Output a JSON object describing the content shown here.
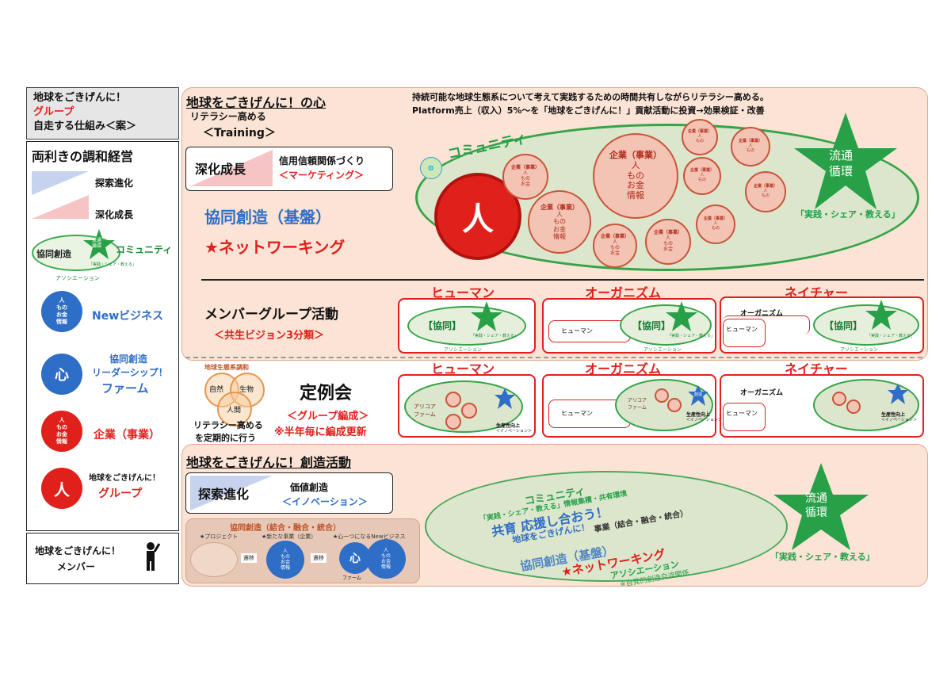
{
  "left": {
    "title1": "地球をごきげんに！",
    "title2": "グループ",
    "title3": "自走する仕組み＜案＞",
    "ambi": "両利きの調和経営",
    "explore": "探索進化",
    "deepen": "深化成長",
    "kyodo": "協同創造",
    "star_text": "流通\n循環",
    "community": "コミュニティ",
    "jissen": "「実践・シェア・教える」",
    "assoc": "アソシエーション",
    "newbiz": "Newビジネス",
    "circle_lines": [
      "人",
      "もの",
      "お金",
      "情報"
    ],
    "kokoro": "心",
    "leader1": "協同創造",
    "leader2": "リーダーシップ！",
    "leader3": "ファーム",
    "corp": "企業（事業）",
    "hito": "人",
    "grp_small": "地球をごきげんに！",
    "grp": "グループ",
    "member1": "地球をごきげんに！",
    "member2": "メンバー"
  },
  "top": {
    "heading": "地球をごきげんに！の心",
    "literacy": "リテラシー高める",
    "training": "＜Training＞",
    "desc1": "持続可能な地球生態系について考えて実践するための時間共有しながらリテラシー高める。",
    "desc2": "Platform売上（収入）5%～を「地球をごきげんに！」貢献活動に投資→効果検証・改善",
    "shinka": "深化成長",
    "trust": "信用信頼関係づくり",
    "marketing": "＜マーケティング＞",
    "kiban": "協同創造（基盤）",
    "network": "★ネットワーキング",
    "community": "コミュニティ",
    "hito": "人",
    "corp": "企業（事業）",
    "star": "流通\n循環",
    "jissen": "「実践・シェア・教える」"
  },
  "mid": {
    "member_act": "メンバーグループ活動",
    "vision": "＜共生ビジョン3分類＞",
    "human": "ヒューマン",
    "organism": "オーガニズム",
    "nature": "ネイチャー",
    "kyodo_b": "【協同】",
    "assoc": "アソシエーション",
    "star": "流通\n循環",
    "jissen": "「実践・シェア・教える」",
    "eco": "地球生態系調和",
    "shizen": "自然",
    "seibutsu": "生物",
    "ningen": "人間",
    "lit1": "リテラシー高める",
    "lit2": "を定期的に行う",
    "teirei": "定例会",
    "hensei": "＜グループ編成＞",
    "half": "※半年毎に編成更新",
    "souzou": "創造",
    "seisan": "生産性向上",
    "innov_s": "＜イノベーション＞",
    "alliance": "アリコア\nファーム"
  },
  "bottom": {
    "heading": "地球をごきげんに！創造活動",
    "tansaku": "探索進化",
    "kachi": "価値創造",
    "innovation": "＜イノベーション＞",
    "kyodo": "協同創造（結合・融合・統合）",
    "project": "★プロジェクト",
    "new_corp": "★新たな事業（企業）",
    "kokoro_new": "★心一つになるNewビジネス",
    "sen_i": "遷移",
    "kokoro": "心",
    "farm": "ファーム",
    "community": "コミュニティ",
    "line1": "「実践・シェア・教える」情報集積・共有環境",
    "line2": "共育 応援し合おう！",
    "line3": "地球をごきげんに！",
    "line4": "事業（結合・融合・統合）",
    "line5": "協同創造（基盤）",
    "line6": "★ネットワーキング",
    "line7": "アソシエーション",
    "line8": "※自発的創造交流関係",
    "star": "流通\n循環",
    "jissen": "「実践・シェア・教える」"
  }
}
